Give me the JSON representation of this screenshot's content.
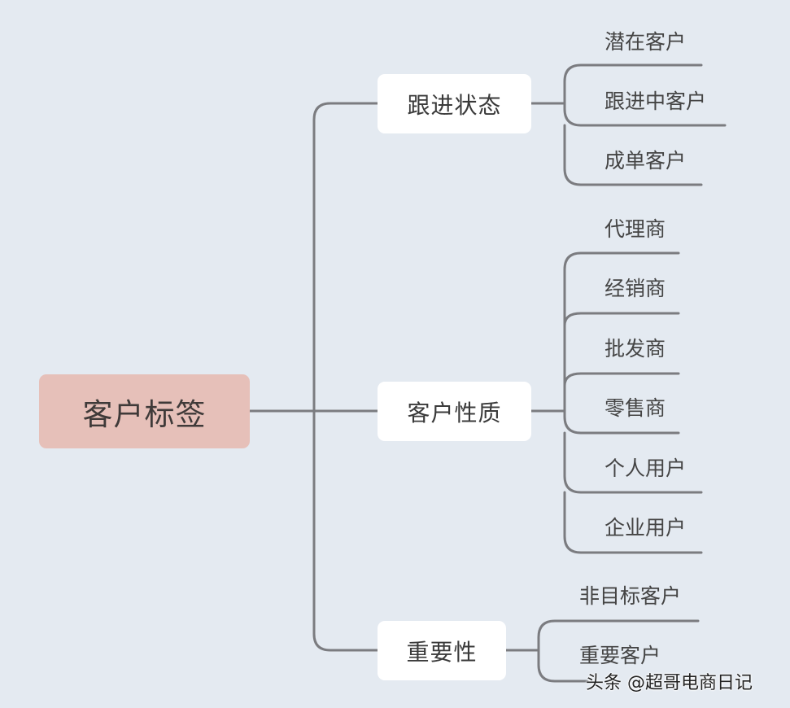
{
  "root": {
    "label": "客户标签"
  },
  "branches": [
    {
      "label": "跟进状态",
      "leaves": [
        "潜在客户",
        "跟进中客户",
        "成单客户"
      ]
    },
    {
      "label": "客户性质",
      "leaves": [
        "代理商",
        "经销商",
        "批发商",
        "零售商",
        "个人用户",
        "企业用户"
      ]
    },
    {
      "label": "重要性",
      "leaves": [
        "非目标客户",
        "重要客户"
      ]
    }
  ],
  "watermark": "头条 @超哥电商日记",
  "colors": {
    "background": "#e4eaf1",
    "root_fill": "#e6c0b9",
    "branch_fill": "#ffffff",
    "connector": "#7b7c80"
  }
}
